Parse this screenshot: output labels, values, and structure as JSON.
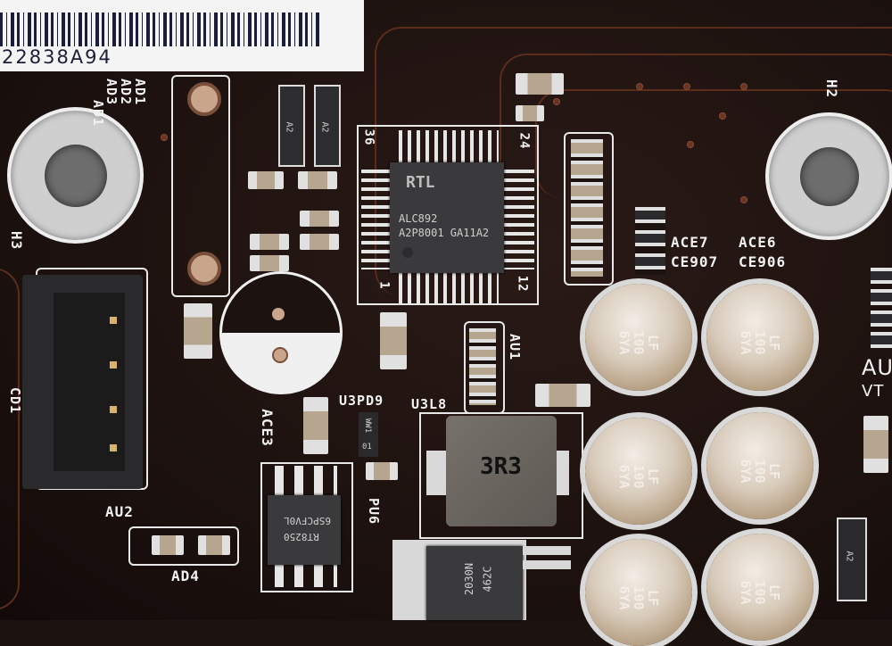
{
  "sticker": {
    "serial": "22838A94"
  },
  "silkscreen": {
    "ad1": "AD1",
    "ad2": "AD2",
    "ad3": "AD3",
    "h3": "H3",
    "h2": "H2",
    "cd1": "CD1",
    "au2": "AU2",
    "ad4": "AD4",
    "ace3": "ACE3",
    "u3pd9": "U3PD9",
    "u3l8": "U3L8",
    "pu6": "PU6",
    "au1": "AU1",
    "ace7": "ACE7",
    "ace6": "ACE6",
    "ce907": "CE907",
    "ce906": "CE906",
    "au_partial": "AU",
    "vt_partial": "VT",
    "pin36": "36",
    "pin24": "24",
    "pin1": "1",
    "pin12": "12"
  },
  "codec_chip": {
    "brand": "RTL",
    "model": "ALC892",
    "lot": "A2P8001 GA11A2"
  },
  "regulator_chip": {
    "model": "RT8250",
    "code": "6SPCFV0L"
  },
  "inductor": {
    "value": "3R3"
  },
  "mosfet": {
    "line1": "2030N",
    "line2": "462C"
  },
  "diode_marks": {
    "a2": "A2",
    "ww1": "WW1",
    "code01": "01"
  },
  "capacitor_marking": "LF\n100\n6YA",
  "colors": {
    "board": "#1c1210",
    "silkscreen": "#f2f2f2",
    "trace": "#5a2c1c",
    "chip": "#3a3a3c"
  }
}
